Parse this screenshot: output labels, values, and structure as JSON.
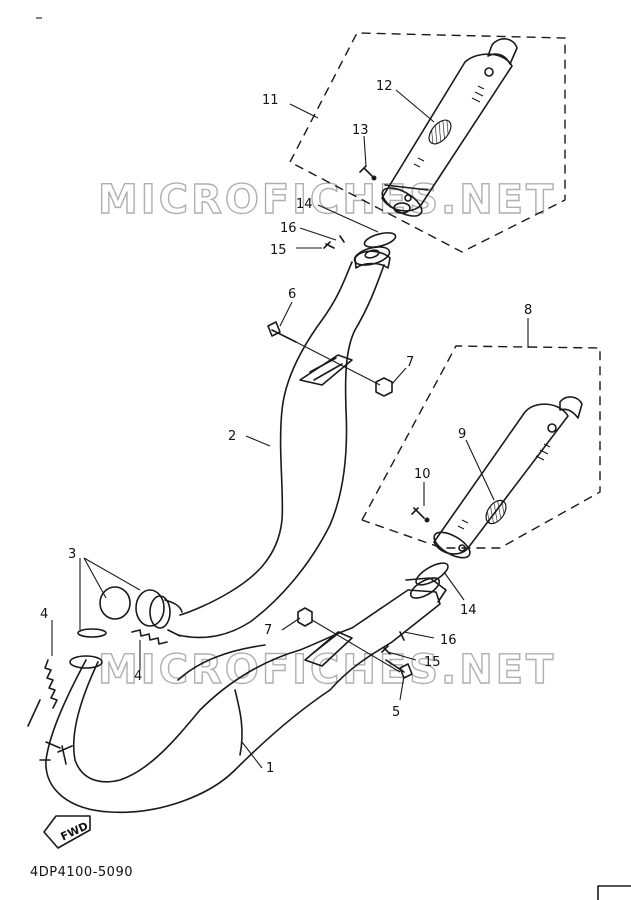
{
  "diagram": {
    "part_code": "4DP4100-5090",
    "watermark_top": "MICROFICHES.NET",
    "watermark_bottom": "MICROFICHES.NET",
    "fwd_label": "FWD",
    "callouts": {
      "c1": "1",
      "c2": "2",
      "c3": "3",
      "c4a": "4",
      "c4b": "4",
      "c5": "5",
      "c6": "6",
      "c7a": "7",
      "c7b": "7",
      "c8": "8",
      "c9": "9",
      "c10": "10",
      "c11": "11",
      "c12": "12",
      "c13": "13",
      "c14a": "14",
      "c14b": "14",
      "c15a": "15",
      "c15b": "15",
      "c16a": "16",
      "c16b": "16"
    }
  }
}
